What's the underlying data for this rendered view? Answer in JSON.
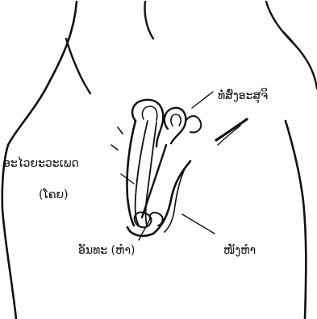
{
  "labels": {
    "urethra": "ທໍ່ສົ່ງອະສຸຈິ",
    "penis_line1": "ອະໄວຍະວະເພດ",
    "penis_line2": "(ໂຄຍ)",
    "testicle": "ອັນທະ (ຫຳ)",
    "scrotum": "ໜັງຫຳ"
  },
  "colors": {
    "ink": "#111111",
    "background": "#ffffff"
  }
}
